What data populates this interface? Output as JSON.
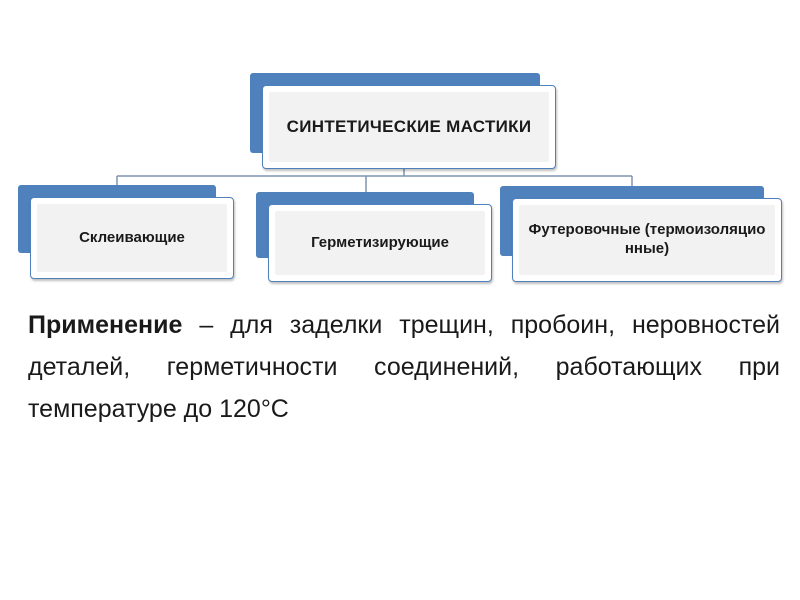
{
  "diagram": {
    "root": {
      "label": "СИНТЕТИЧЕСКИЕ МАСТИКИ"
    },
    "children": [
      {
        "label": "Склеивающие"
      },
      {
        "label": "Герметизирующие"
      },
      {
        "label": "Футеровочные (термоизоляционные)"
      }
    ],
    "colors": {
      "accent": "#4f81bd",
      "card_fill": "#f2f2f2",
      "text": "#1a1a1a"
    }
  },
  "paragraph": {
    "lead": "Применение",
    "body": " – для заделки трещин, пробоин, неровностей деталей, герметичности соединений, работающих при температуре до 120°С"
  }
}
